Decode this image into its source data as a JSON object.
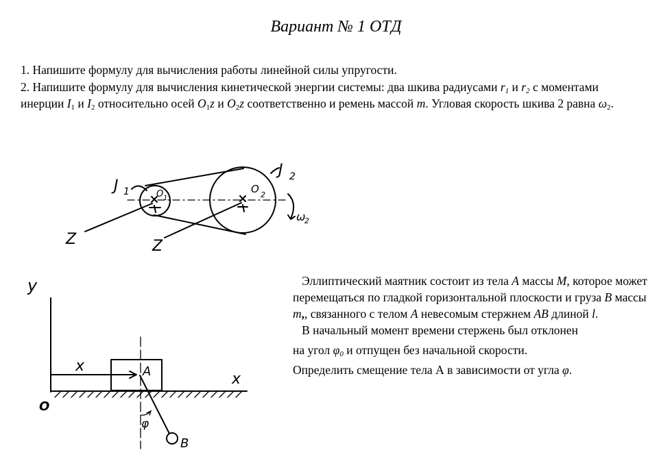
{
  "title": "Вариант № 1 ОТД",
  "question1": "1. Напишите формулу для вычисления работы линейной силы упругости.",
  "question2": {
    "t1": "2. Напишите формулу для вычисления кинетической энергии системы: два шкива радиусами ",
    "r": "r",
    "sub1": "1",
    "and": " и ",
    "sub2": "2",
    "t2": " с моментами инерции ",
    "I": "I",
    "t3": " относительно осей ",
    "O": "O",
    "z": "z",
    "t4": " и ",
    "t5": " соответственно и  ремень массой ",
    "m": "m",
    "t6": ". Угловая скорость шкива 2 равна ",
    "omega": "ω",
    "t7": "."
  },
  "figure1": {
    "label_J1": "J",
    "label_J1_sub": "1",
    "label_J2": "J",
    "label_J2_sub": "2",
    "label_O1": "O",
    "label_O1_sub": "1",
    "label_O2": "O",
    "label_O2_sub": "2",
    "label_z1": "Z",
    "label_z2": "Z",
    "label_omega": "ω",
    "label_omega_sub": "2"
  },
  "figure2": {
    "label_y": "y",
    "label_x_axis": "x",
    "label_x_disp": "x",
    "label_O": "O",
    "label_A": "A",
    "label_B": "B",
    "label_phi": "φ"
  },
  "problem": {
    "p1a": "Эллиптический маятник состоит из тела ",
    "A": "A",
    "p1b": " массы ",
    "M": "M",
    "p1c": ", которое может   перемещаться по гладкой горизонтальной плоскости и груза ",
    "B": "B",
    "p1d": "  массы ",
    "m": "m",
    "p1e": ", связанного с телом ",
    "p1f": " невесомым стержнем ",
    "AB": "AB",
    "p1g": " длиной  ",
    "l": "l",
    "p1h": ".",
    "p2": "В начальный момент времени стержень был отклонен",
    "p3a": "на угол ",
    "phi": "φ",
    "sub0": "0",
    "p3b": " и отпущен без начальной скорости.",
    "p4a": "Определить смещение тела А   в зависимости от угла ",
    "p4b": "."
  }
}
